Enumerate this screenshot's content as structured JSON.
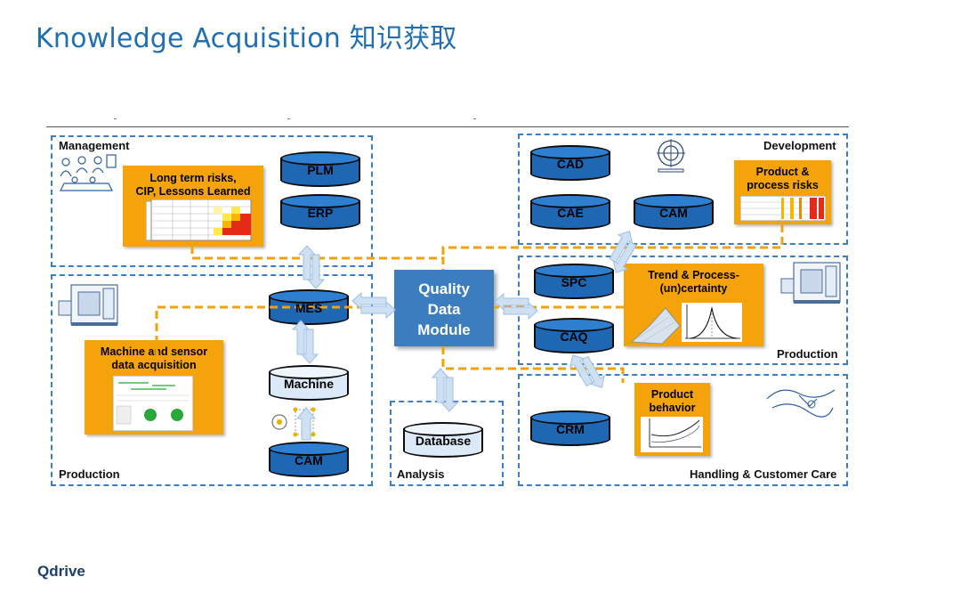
{
  "header": {
    "title": "Knowledge Acquisition 知识获取"
  },
  "regions": {
    "management": "Management",
    "development": "Development",
    "production_left": "Production",
    "production_right": "Production",
    "analysis": "Analysis",
    "customer": "Handling & Customer Care"
  },
  "systems": {
    "plm": "PLM",
    "erp": "ERP",
    "mes": "MES",
    "machine": "Machine",
    "cam_left": "CAM",
    "cad": "CAD",
    "cae": "CAE",
    "cam_right": "CAM",
    "spc": "SPC",
    "caq": "CAQ",
    "crm": "CRM",
    "database": "Database"
  },
  "boxes": {
    "risks": [
      "Long term risks,",
      "CIP, Lessons Learned"
    ],
    "product_risks": [
      "Product &",
      "process risks"
    ],
    "trend": [
      "Trend & Process-",
      "(un)certainty"
    ],
    "machine_sensor": [
      "Machine and sensor",
      "data acquisition"
    ],
    "product_behavior": [
      "Product",
      "behavior"
    ]
  },
  "center": {
    "line1": "Quality",
    "line2": "Data",
    "line3": "Module"
  },
  "logo": {
    "text": "Qdrive"
  },
  "colors": {
    "accent": "#1f6fb2",
    "dashed": "#3d7fc4",
    "orange": "#f5a30a",
    "cylinder": "#1f67b3",
    "center": "#3c7dc0"
  }
}
